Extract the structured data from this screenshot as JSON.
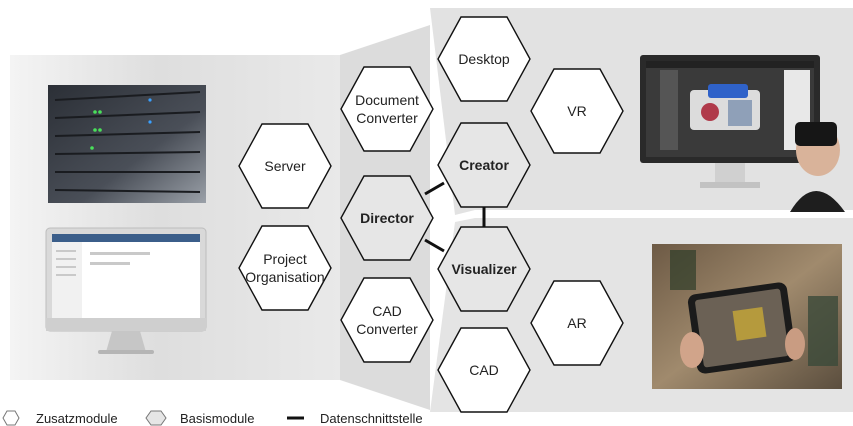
{
  "modules": {
    "desktop": "Desktop",
    "vr": "VR",
    "document_converter": [
      "Document",
      "Converter"
    ],
    "creator": "Creator",
    "server": "Server",
    "director": "Director",
    "project_organisation": [
      "Project",
      "Organisation"
    ],
    "visualizer": "Visualizer",
    "cad_converter": [
      "CAD",
      "Converter"
    ],
    "ar": "AR",
    "cad": "CAD"
  },
  "legend": {
    "additional_modules": "Zusatzmodule",
    "base_modules": "Basismodule",
    "data_interface": "Datenschnittstelle"
  },
  "colors": {
    "band": "#dcdcdc",
    "band_dark": "#c8c8c8",
    "base_hex_fill": "#e6e6e6",
    "hex_stroke": "#111111",
    "connector": "#111111"
  }
}
